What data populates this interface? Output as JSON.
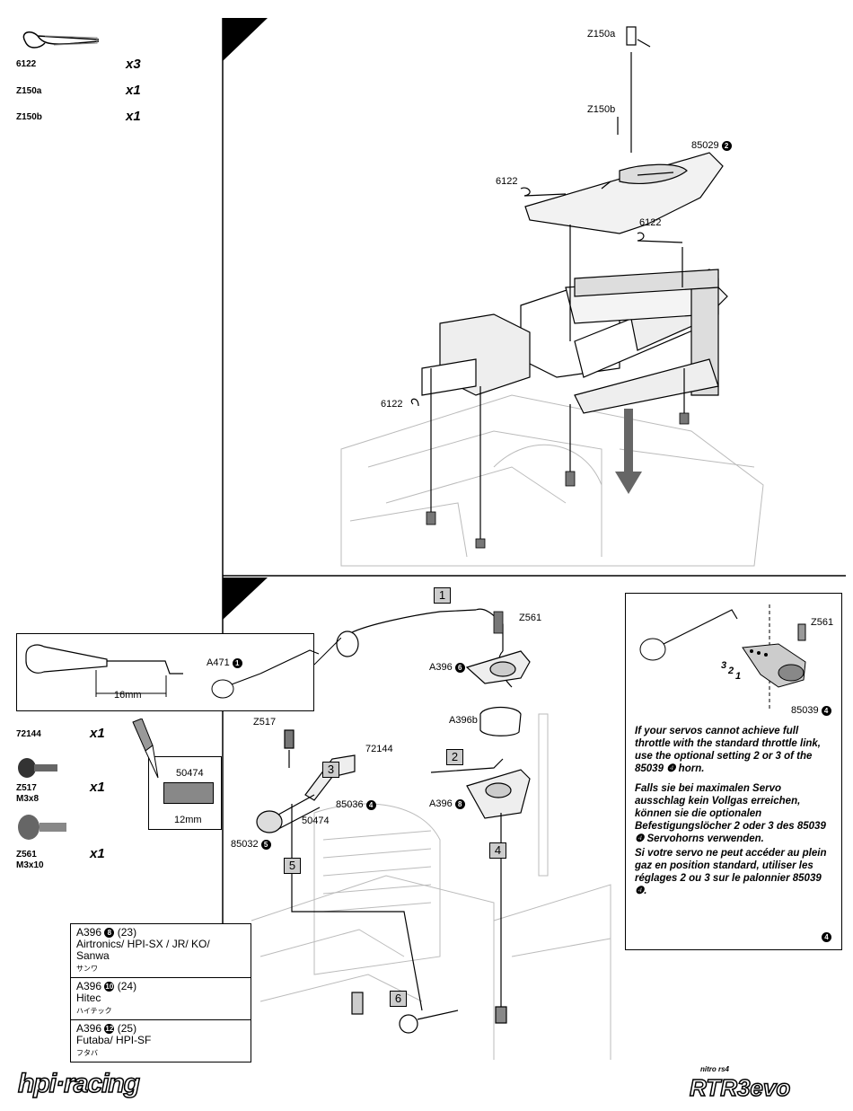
{
  "parts_top": [
    {
      "id": "6122",
      "qty": "x3"
    },
    {
      "id": "Z150a",
      "qty": "x1"
    },
    {
      "id": "Z150b",
      "qty": "x1"
    }
  ],
  "parts_bottom": [
    {
      "id": "72144",
      "size": "",
      "qty": "x1"
    },
    {
      "id": "Z517",
      "size": "M3x8",
      "qty": "x1"
    },
    {
      "id": "Z561",
      "size": "M3x10",
      "qty": "x1"
    }
  ],
  "step1_labels": {
    "z150a": "Z150a",
    "z150b": "Z150b",
    "p85029": "85029",
    "p85029_num": "2",
    "c6122_a": "6122",
    "c6122_b": "6122",
    "c6122_c": "6122"
  },
  "step2_labels": {
    "a471": "A471",
    "a471_num": "1",
    "dim16": "16mm",
    "z561": "Z561",
    "a396_top": "A396",
    "a396_top_num": "6",
    "a396b": "A396b",
    "a396_mid": "A396",
    "a396_mid_num": "8",
    "p72144": "72144",
    "z517": "Z517",
    "p85036": "85036",
    "p85036_num": "4",
    "p50474": "50474",
    "p85032": "85032",
    "p85032_num": "5",
    "box50474": "50474",
    "dim12": "12mm",
    "inset_z561": "Z561",
    "inset_85039": "85039",
    "inset_85039_num": "4",
    "hole3": "3",
    "hole2": "2",
    "hole1": "1",
    "inset_corner_num": "4"
  },
  "step_numbers": [
    "1",
    "2",
    "3",
    "4",
    "5",
    "6"
  ],
  "notes": {
    "en": "If your servos cannot achieve full throttle with the standard throttle link, use the optional setting 2 or 3 of the 85039 ❹ horn.",
    "de": "Falls sie bei maximalen Servo ausschlag kein Vollgas erreichen, können sie die optionalen Befestigungslöcher 2 oder 3 des 85039 ❹ Servohorns verwenden.",
    "fr": "Si votre servo ne peut accéder au plein gaz en position standard, utiliser les réglages 2 ou 3 sur le palonnier 85039 ❹."
  },
  "radio_table": [
    {
      "part": "A396",
      "num": "8",
      "ref": "(23)",
      "brands": "Airtronics/ HPI-SX / JR/ KO/ Sanwa",
      "jp": "サンワ"
    },
    {
      "part": "A396",
      "num": "10",
      "ref": "(24)",
      "brands": "Hitec",
      "jp": "ハイテック"
    },
    {
      "part": "A396",
      "num": "12",
      "ref": "(25)",
      "brands": "Futaba/ HPI-SF",
      "jp": "フタバ"
    }
  ],
  "footer": {
    "brand": "hpi·racing",
    "model_small": "nitro rs4",
    "model": "RTR3evo"
  }
}
